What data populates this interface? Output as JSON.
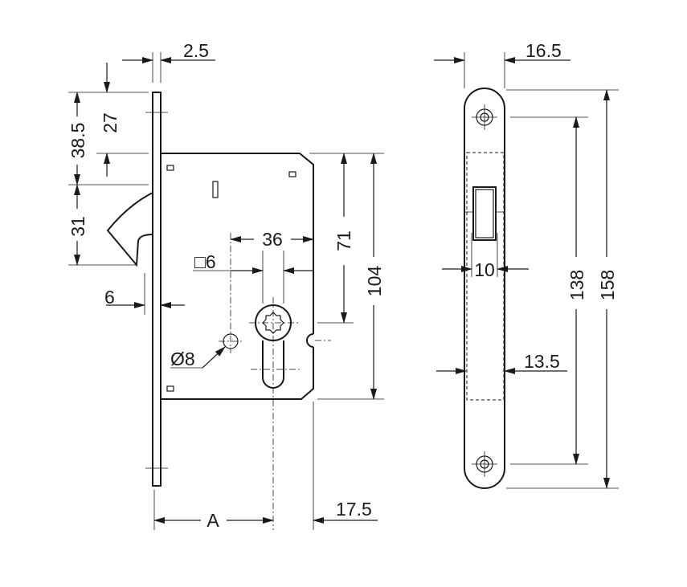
{
  "title": "Mortice lock technical drawing",
  "dimensions": {
    "faceplate_thickness": "2.5",
    "top_to_bolt": "27",
    "top_to_latch": "38.5",
    "latch_height": "31",
    "latch_projection": "6",
    "spindle_square": "□6",
    "spindle_to_edge": "36",
    "fixing_hole": "Ø8",
    "spindle_to_cylinder": "71",
    "body_height": "104",
    "backset": "A",
    "body_offset": "17.5",
    "faceplate_width": "16.5",
    "latch_width": "10",
    "body_width": "13.5",
    "screw_centres": "138",
    "faceplate_length": "158"
  }
}
